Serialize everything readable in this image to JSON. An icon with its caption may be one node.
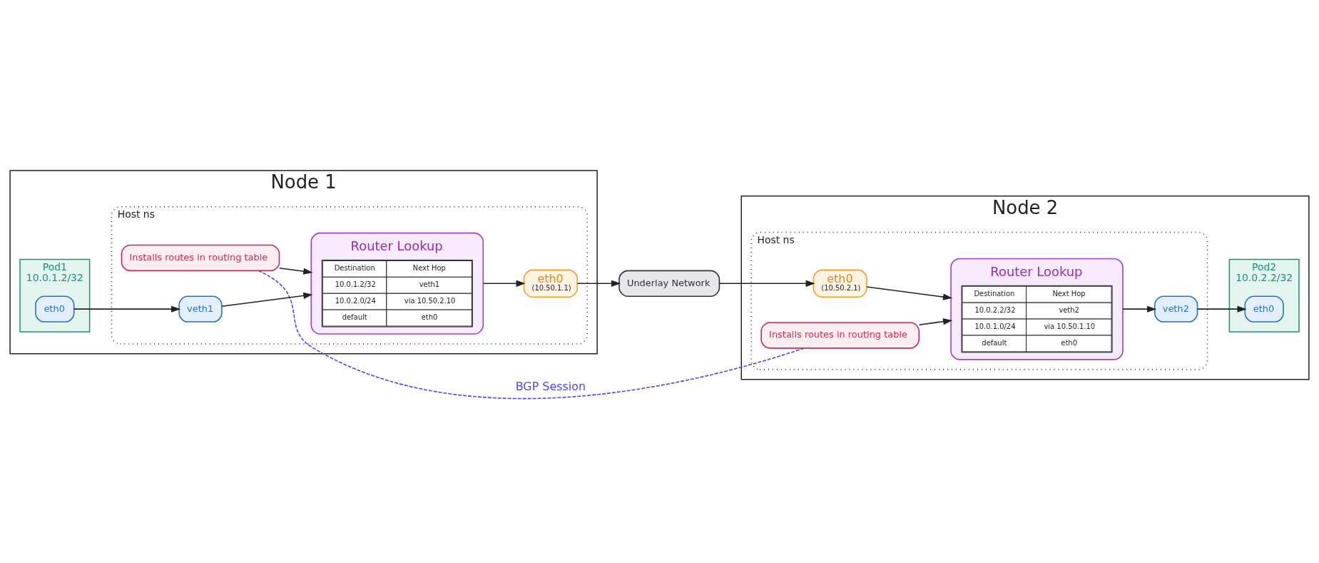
{
  "diagram": {
    "nodes": [
      {
        "text": [
          "Node 1"
        ]
      },
      {
        "text": [
          "Pod1",
          "10.0.1.2/32"
        ],
        "in": 0
      },
      {
        "text": [
          "eth0"
        ],
        "in": 1
      },
      {
        "text": [
          "Host ns"
        ],
        "in": 0
      },
      {
        "text": [
          "eth0",
          "(10.50.1.1)"
        ],
        "in": 3
      },
      {
        "text": [
          "Installs routes in routing table"
        ],
        "in": 3
      },
      {
        "text": [
          "Router Lookup"
        ],
        "in": 3
      },
      {
        "text": [
          "veth1"
        ],
        "in": 3
      },
      {
        "text": [
          "Underlay Network"
        ]
      },
      {
        "text": [
          "Node 2"
        ]
      },
      {
        "text": [
          "Host ns"
        ],
        "in": 9
      },
      {
        "text": [
          "eth0",
          "(10.50.2.1)"
        ],
        "in": 10
      },
      {
        "text": [
          "Installs routes in routing table"
        ],
        "in": 10
      },
      {
        "text": [
          "Router Lookup"
        ],
        "in": 10
      },
      {
        "text": [
          "veth2"
        ],
        "in": 10
      },
      {
        "text": [
          "Pod2",
          "10.0.2.2/32"
        ],
        "in": 9
      },
      {
        "text": [
          "eth0"
        ],
        "in": 15
      }
    ],
    "edges": [
      {
        "from": 2,
        "to": 7,
        "arrow": "to"
      },
      {
        "from": 7,
        "to": 6,
        "arrow": "to"
      },
      {
        "from": 6,
        "to": 4,
        "arrow": "to"
      },
      {
        "from": 5,
        "to": 6,
        "arrow": "to"
      },
      {
        "from": 4,
        "to": 8,
        "arrow": "to"
      },
      {
        "from": 8,
        "to": 11,
        "arrow": "to"
      },
      {
        "from": 11,
        "to": 13,
        "arrow": "to"
      },
      {
        "from": 12,
        "to": 13,
        "arrow": "to"
      },
      {
        "from": 13,
        "to": 14,
        "arrow": "to"
      },
      {
        "from": 14,
        "to": 16,
        "arrow": "to"
      },
      {
        "from": 5,
        "to": 12,
        "arrow": "none",
        "label": "BGP Session",
        "style": "dashed",
        "color": "#4f46e5"
      }
    ],
    "labels": [
      "Destination",
      "Next Hop",
      "10.0.1.2/32",
      "veth1",
      "10.0.2.0/24",
      "via 10.50.2.10",
      "default",
      "eth0",
      "Destination",
      "Next Hop",
      "10.0.2.2/32",
      "veth2",
      "10.0.1.0/24",
      "via 10.50.1.10",
      "default",
      "eth0"
    ]
  }
}
